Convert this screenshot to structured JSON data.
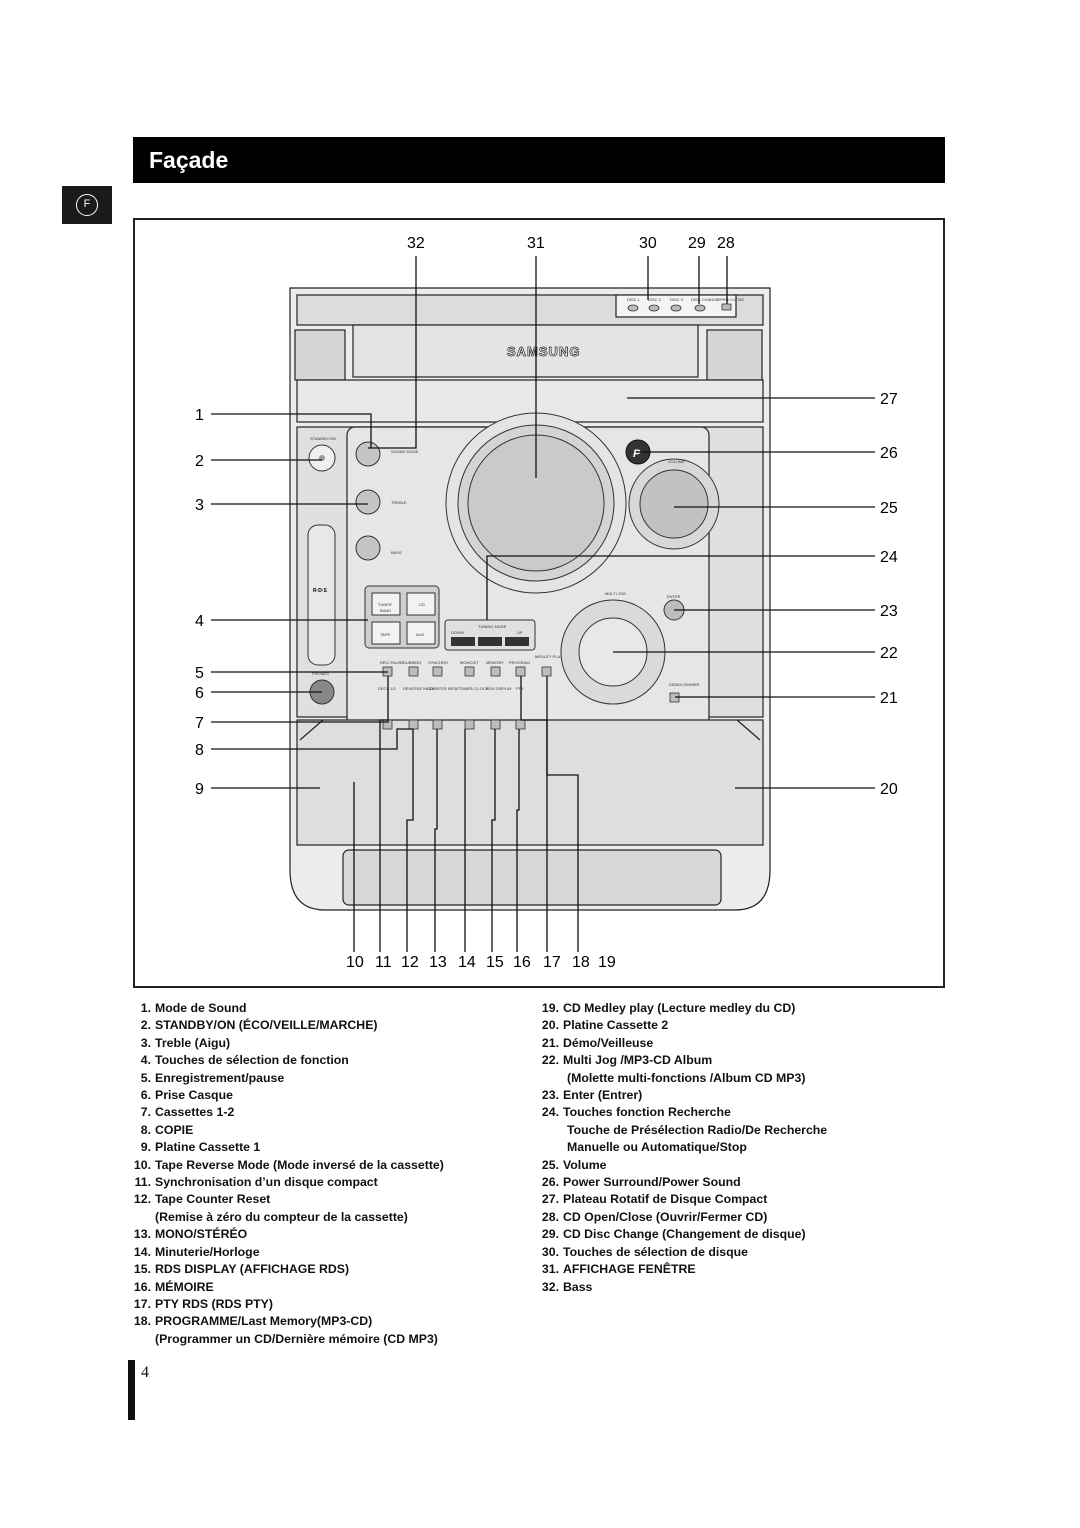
{
  "header": {
    "title": "Façade",
    "language_badge": "F"
  },
  "diagram": {
    "brand": "SAMSUNG",
    "callouts_top": [
      "32",
      "31",
      "30",
      "29",
      "28"
    ],
    "callouts_left": [
      "1",
      "2",
      "3",
      "4",
      "5",
      "6",
      "7",
      "8",
      "9"
    ],
    "callouts_right": [
      "27",
      "26",
      "25",
      "24",
      "23",
      "22",
      "21",
      "20"
    ],
    "callouts_bottom": [
      "10",
      "11",
      "12",
      "13",
      "14",
      "15",
      "16",
      "17",
      "18",
      "19"
    ],
    "panel_labels": {
      "standby": "STANDBY/ON",
      "sound_mode": "SOUND MODE",
      "treble": "TREBLE",
      "bass": "BASS",
      "tuner": "TUNER",
      "band": "BAND",
      "cd": "CD",
      "tape": "TAPE",
      "aux": "AUX",
      "phones": "PHONES",
      "tuning_mode": "TUNING MODE",
      "down": "DOWN",
      "up": "UP",
      "multi_jog": "MULTI JOG",
      "enter": "ENTER",
      "demo_dimmer": "DEMO/ DIMMER",
      "volume": "VOLUME",
      "rds": "R·D·S",
      "disc1": "DISC 1",
      "disc2": "DISC 2",
      "disc3": "DISC 3",
      "disc_change": "DISC CHANGE",
      "open_close": "OPEN/ CLOSE",
      "rec_pause": "REC/ PAUSE",
      "dubbing": "DUBBING",
      "synchro": "SYNCHRO",
      "mono_st": "MONO/ST",
      "memory": "MEMORY",
      "program": "PROGRAM",
      "medley_play": "MEDLEY PLAY",
      "deck12": "DECK 1/2",
      "reverse_mode": "REVERSE MODE",
      "counter_reset": "COUNTER RESET",
      "timer_clock": "TIMER/ CLOCK",
      "rds_display": "RDS DISPLAY",
      "pty": "PTY"
    }
  },
  "legend_left": [
    {
      "n": "1.",
      "text": "Mode de Sound"
    },
    {
      "n": "2.",
      "text": "STANDBY/ON (ÉCO/VEILLE/MARCHE)"
    },
    {
      "n": "3.",
      "text": "Treble (Aigu)"
    },
    {
      "n": "4.",
      "text": "Touches de sélection de fonction"
    },
    {
      "n": "5.",
      "text": "Enregistrement/pause"
    },
    {
      "n": "6.",
      "text": "Prise Casque"
    },
    {
      "n": "7.",
      "text": "Cassettes 1-2"
    },
    {
      "n": "8.",
      "text": "COPIE"
    },
    {
      "n": "9.",
      "text": "Platine Cassette 1"
    },
    {
      "n": "10.",
      "text": "Tape Reverse Mode (Mode inversé de la cassette)"
    },
    {
      "n": "11.",
      "text": "Synchronisation d’un disque compact"
    },
    {
      "n": "12.",
      "text": "Tape Counter Reset"
    },
    {
      "n": "",
      "text": "(Remise à zéro du compteur de la cassette)"
    },
    {
      "n": "13.",
      "text": "MONO/STÉRÉO"
    },
    {
      "n": "14.",
      "text": "Minuterie/Horloge"
    },
    {
      "n": "15.",
      "text": "RDS DISPLAY (AFFICHAGE RDS)"
    },
    {
      "n": "16.",
      "text": "MÉMOIRE"
    },
    {
      "n": "17.",
      "text": "PTY RDS (RDS PTY)"
    },
    {
      "n": "18.",
      "text": "PROGRAMME/Last Memory(MP3-CD)"
    },
    {
      "n": "",
      "text": "(Programmer un CD/Dernière mémoire (CD MP3)"
    }
  ],
  "legend_right": [
    {
      "n": "19.",
      "text": "CD Medley play (Lecture medley du CD)"
    },
    {
      "n": "20.",
      "text": "Platine Cassette 2"
    },
    {
      "n": "21.",
      "text": "Démo/Veilleuse"
    },
    {
      "n": "22.",
      "text": "Multi Jog /MP3-CD Album"
    },
    {
      "n": "",
      "text": "(Molette multi-fonctions /Album CD MP3)"
    },
    {
      "n": "23.",
      "text": "Enter (Entrer)"
    },
    {
      "n": "24.",
      "text": "Touches fonction Recherche"
    },
    {
      "n": "",
      "text": "Touche de Présélection Radio/De Recherche"
    },
    {
      "n": "",
      "text": "Manuelle ou Automatique/Stop"
    },
    {
      "n": "25.",
      "text": "Volume"
    },
    {
      "n": "26.",
      "text": "Power Surround/Power Sound"
    },
    {
      "n": "27.",
      "text": "Plateau Rotatif de Disque Compact"
    },
    {
      "n": "28.",
      "text": "CD Open/Close (Ouvrir/Fermer CD)"
    },
    {
      "n": "29.",
      "text": "CD Disc Change (Changement de disque)"
    },
    {
      "n": "30.",
      "text": "Touches de sélection de disque"
    },
    {
      "n": "31.",
      "text": "AFFICHAGE FENÊTRE"
    },
    {
      "n": "32.",
      "text": "Bass"
    }
  ],
  "footer": {
    "page_number": "4"
  }
}
